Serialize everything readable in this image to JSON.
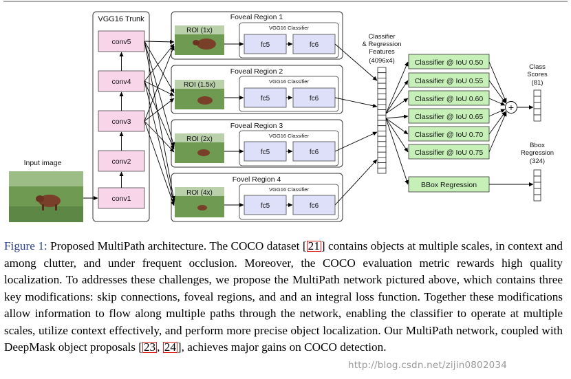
{
  "diagram": {
    "trunk_title": "VGG16 Trunk",
    "trunk_layers": [
      "conv5",
      "conv4",
      "conv3",
      "conv2",
      "conv1"
    ],
    "input_label": "Input image",
    "regions": [
      {
        "title": "Foveal Region 1",
        "roi": "ROI (1x)"
      },
      {
        "title": "Foveal Region 2",
        "roi": "ROI (1.5x)"
      },
      {
        "title": "Foveal Region 3",
        "roi": "ROI (2x)"
      },
      {
        "title": "Fovel Region 4",
        "roi": "ROI (4x)"
      }
    ],
    "classifier_title": "VGG16 Classifier",
    "fc5": "fc5",
    "fc6": "fc6",
    "features_label": [
      "Classifier",
      "& Regression",
      "Features",
      "(4096x4)"
    ],
    "iou_classifiers": [
      "Classifier @ IoU 0.50",
      "Classifier @ IoU 0.55",
      "Classifier @ IoU 0.60",
      "Classifier @ IoU 0.65",
      "Classifier @ IoU 0.70",
      "Classifier @ IoU 0.75"
    ],
    "bbox_regression": "BBox Regression",
    "sum_symbol": "+",
    "class_scores_label": [
      "Class",
      "Scores",
      "(81)"
    ],
    "bbox_out_label": [
      "Bbox",
      "Regression",
      "(324)"
    ]
  },
  "caption": {
    "label": "Figure 1:",
    "part1": " Proposed MultiPath architecture. The COCO dataset [",
    "ref1": "21",
    "part2": "] contains objects at multiple scales, in context and among clutter, and under frequent occlusion. Moreover, the COCO evaluation metric rewards high quality localization. To addresses these challenges, we propose the MultiPath network pictured above, which contains three key modifications: skip connections, foveal regions, and and an integral loss function. Together these modifications allow information to flow along multiple paths through the network, enabling the classifier to operate at multiple scales, utilize context effectively, and perform more precise object localization. Our MultiPath network, coupled with DeepMask object proposals [",
    "ref2": "23",
    "sep": ", ",
    "ref3": "24",
    "part3": "], achieves major gains on COCO detection."
  },
  "watermark": "http://blog.csdn.net/zijin0802034",
  "colors": {
    "conv_fill": "#f9d5ea",
    "fc_fill": "#dedff9",
    "classifier_fill": "#c6f0b8",
    "grass": "#6f9a52",
    "cow": "#7a3f28"
  }
}
